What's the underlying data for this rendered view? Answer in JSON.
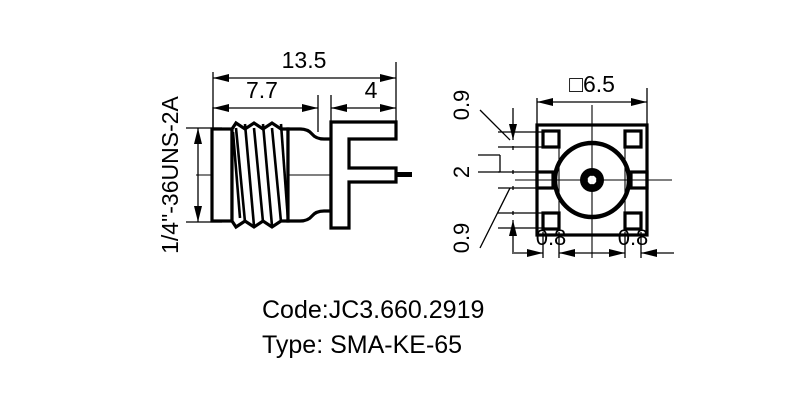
{
  "drawing": {
    "background_color": "#ffffff",
    "line_color": "#000000",
    "side_view": {
      "thread_spec_label": "1/4\"-36UNS-2A",
      "dimensions": {
        "overall_length": "13.5",
        "thread_to_shoulder": "7.7",
        "tail_length": "4"
      }
    },
    "end_view": {
      "dimensions": {
        "body_square": "□6.5",
        "notch_top": "0.9",
        "notch_middle": "2",
        "notch_bottom": "0.9",
        "pad_left": "0.8",
        "pad_right": "0.8"
      }
    },
    "caption": {
      "code_line": "Code:JC3.660.2919",
      "type_line": "Type: SMA-KE-65"
    }
  }
}
